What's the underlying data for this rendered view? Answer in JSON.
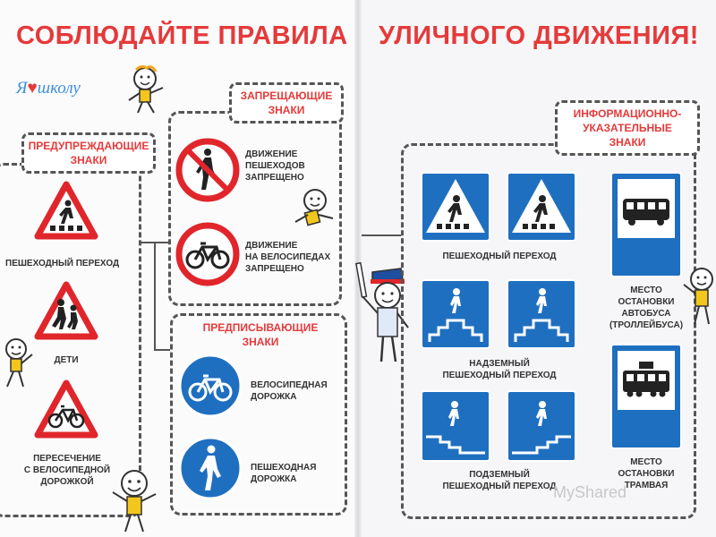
{
  "title": {
    "left": "СОБЛЮДАЙТЕ ПРАВИЛА",
    "right": "УЛИЧНОГО ДВИЖЕНИЯ!"
  },
  "logo": {
    "prefix": "Я",
    "suffix": "школу"
  },
  "warning": {
    "heading_1": "ПРЕДУПРЕЖДАЮЩИЕ",
    "heading_2": "ЗНАКИ",
    "items": [
      {
        "label_1": "ПЕШЕХОДНЫЙ ПЕРЕХОД"
      },
      {
        "label_1": "ДЕТИ"
      },
      {
        "label_1": "ПЕРЕСЕЧЕНИЕ",
        "label_2": "С ВЕЛОСИПЕДНОЙ",
        "label_3": "ДОРОЖКОЙ"
      }
    ]
  },
  "prohibit": {
    "heading_1": "ЗАПРЕЩАЮЩИЕ",
    "heading_2": "ЗНАКИ",
    "items": [
      {
        "label_1": "ДВИЖЕНИЕ",
        "label_2": "ПЕШЕХОДОВ",
        "label_3": "ЗАПРЕЩЕНО"
      },
      {
        "label_1": "ДВИЖЕНИЕ",
        "label_2": "НА ВЕЛОСИПЕДАХ",
        "label_3": "ЗАПРЕЩЕНО"
      }
    ]
  },
  "mandatory": {
    "heading_1": "ПРЕДПИСЫВАЮЩИЕ",
    "heading_2": "ЗНАКИ",
    "items": [
      {
        "label_1": "ВЕЛОСИПЕДНАЯ",
        "label_2": "ДОРОЖКА"
      },
      {
        "label_1": "ПЕШЕХОДНАЯ",
        "label_2": "ДОРОЖКА"
      }
    ]
  },
  "info": {
    "heading_1": "ИНФОРМАЦИОННО-",
    "heading_2": "УКАЗАТЕЛЬНЫЕ",
    "heading_3": "ЗНАКИ",
    "crossing": "ПЕШЕХОДНЫЙ ПЕРЕХОД",
    "overpass_1": "НАДЗЕМНЫЙ",
    "overpass_2": "ПЕШЕХОДНЫЙ ПЕРЕХОД",
    "underpass_1": "ПОДЗЕМНЫЙ",
    "underpass_2": "ПЕШЕХОДНЫЙ ПЕРЕХОД",
    "bus_1": "МЕСТО",
    "bus_2": "ОСТАНОВКИ",
    "bus_3": "АВТОБУСА",
    "bus_4": "(ТРОЛЛЕЙБУСА)",
    "tram_1": "МЕСТО",
    "tram_2": "ОСТАНОВКИ",
    "tram_3": "ТРАМВАЯ"
  },
  "watermark": "MyShared",
  "colors": {
    "title_red": "#e53a3a",
    "sign_red": "#e0262b",
    "sign_blue": "#1f6fc0",
    "border": "#555555"
  },
  "icons": [
    "pedestrian-crossing-warning-icon",
    "children-icon",
    "bicycle-crossing-icon",
    "no-pedestrians-icon",
    "no-bicycles-icon",
    "bike-path-icon",
    "footpath-icon",
    "crosswalk-icon",
    "overpass-icon",
    "underpass-icon",
    "bus-stop-icon",
    "tram-stop-icon",
    "cartoon-kid-icon",
    "traffic-officer-icon"
  ]
}
